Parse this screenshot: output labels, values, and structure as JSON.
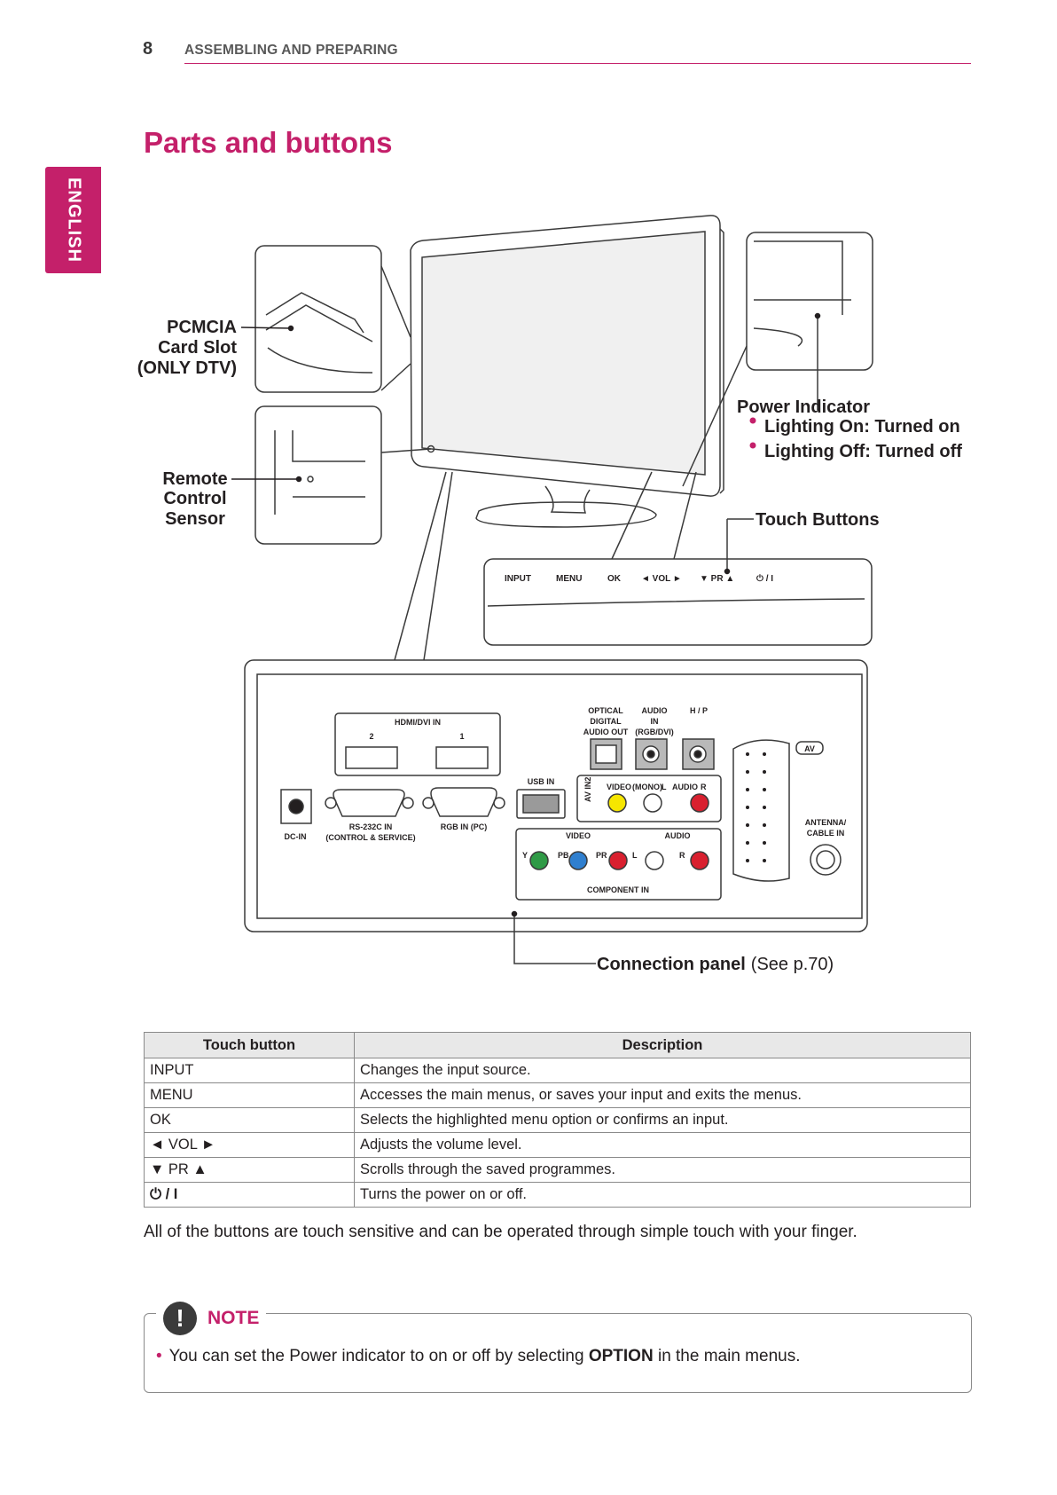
{
  "header": {
    "page_number": "8",
    "section": "ASSEMBLING AND PREPARING",
    "language_tab": "ENGLISH"
  },
  "title": "Parts and buttons",
  "diagram": {
    "pcmcia": [
      "PCMCIA",
      "Card Slot",
      "(ONLY DTV)"
    ],
    "remote": [
      "Remote",
      "Control",
      "Sensor"
    ],
    "power_indicator": "Power Indicator",
    "power_bullets": [
      "Lighting On: Turned on",
      "Lighting Off: Turned off"
    ],
    "touch_buttons_label": "Touch Buttons",
    "touch_strip": [
      "INPUT",
      "MENU",
      "OK",
      "◄ VOL ►",
      "▼ PR ▲",
      "⏻ / I"
    ],
    "connection_label": "Connection panel",
    "connection_ref": "(See p.70)",
    "ports": {
      "hdmi": "HDMI/DVI IN",
      "hdmi_2": "2",
      "hdmi_1": "1",
      "dc_in": "DC-IN",
      "rs232_1": "RS-232C IN",
      "rs232_2": "(CONTROL & SERVICE)",
      "rgb_in": "RGB IN (PC)",
      "usb_in": "USB IN",
      "optical": [
        "OPTICAL",
        "DIGITAL",
        "AUDIO OUT"
      ],
      "audio_in": [
        "AUDIO",
        "IN",
        "(RGB/DVI)"
      ],
      "hp": "H / P",
      "av_in2": "AV IN2",
      "video": "VIDEO",
      "mono": "(MONO)",
      "audio": "AUDIO",
      "l": "L",
      "r": "R",
      "y": "Y",
      "pb": "PB",
      "pr": "PR",
      "component_in": "COMPONENT IN",
      "av": "AV",
      "antenna": [
        "ANTENNA/",
        "CABLE IN"
      ]
    }
  },
  "table": {
    "headers": [
      "Touch button",
      "Description"
    ],
    "rows": [
      [
        "INPUT",
        "Changes the input source."
      ],
      [
        "MENU",
        "Accesses the main menus, or saves your input and exits the menus."
      ],
      [
        "OK",
        "Selects the highlighted menu option or confirms an input."
      ],
      [
        "◄ VOL ►",
        "Adjusts the volume level."
      ],
      [
        "▼ PR ▲",
        "Scrolls through the saved programmes."
      ],
      [
        "⏻ / I",
        "Turns the power on or off."
      ]
    ]
  },
  "after_table": "All of the buttons are touch sensitive and can be operated through simple touch with your finger.",
  "note": {
    "icon": "!",
    "title": "NOTE",
    "text_before": "You can set the Power indicator to on or off by selecting ",
    "text_bold": "OPTION",
    "text_after": " in the main menus."
  },
  "colors": {
    "accent": "#c4206a",
    "text": "#231f20"
  }
}
